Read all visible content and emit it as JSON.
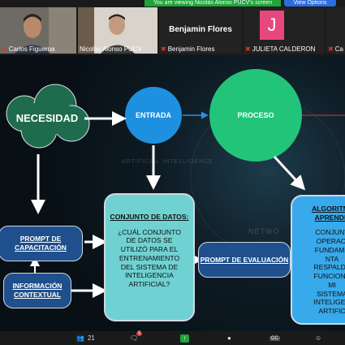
{
  "banner": {
    "text": "You are viewing Nicolás Alonso PUCV's screen",
    "view_options": "View Options"
  },
  "participants": [
    {
      "name": "Carlos Figueroa"
    },
    {
      "name": "Nicolás Alonso PUCV"
    },
    {
      "name": "Benjamin Flores",
      "display_name": "Benjamin Flores"
    },
    {
      "name": "JULIETA CALDERON",
      "avatar_letter": "J"
    },
    {
      "name": "Ca"
    }
  ],
  "slide": {
    "necesidad": "NECESIDAD",
    "entrada": "ENTRADA",
    "proceso": "PROCESO",
    "prompt_capacitacion": "PROMPT DE CAPACITACIÓN",
    "informacion_contextual": "INFORMACIÓN CONTEXTUAL",
    "conjunto_title": "CONJUNTO DE DATOS:",
    "conjunto_body": "¿CUÁL CONJUNTO DE DATOS SE UTILIZÓ PARA EL ENTRENAMIENTO DEL SISTEMA DE INTELIGENCIA ARTIFICIAL?",
    "prompt_evaluacion": "PROMPT DE EVALUACIÓN",
    "algoritmo_title": "ALGORITM APRENDI",
    "algoritmo_body": "CONJUNT OPERACI FUNDAMENTA RESPALDA FUNCIONAMI SISTEMA INTELIGEN ARTIFIC",
    "watermarks": [
      "ARTIFICIAL INTELLIGENCE",
      "NETWO"
    ]
  },
  "toolbar": {
    "participants_count": "21",
    "chat_badge": "5",
    "cc_label": "CC"
  },
  "colors": {
    "bubble": "#1f6b4d",
    "circle_blue": "#1e90e0",
    "circle_green": "#22c47a",
    "teal_box": "#6fd1d2",
    "pill_blue": "#1f4f8c"
  }
}
